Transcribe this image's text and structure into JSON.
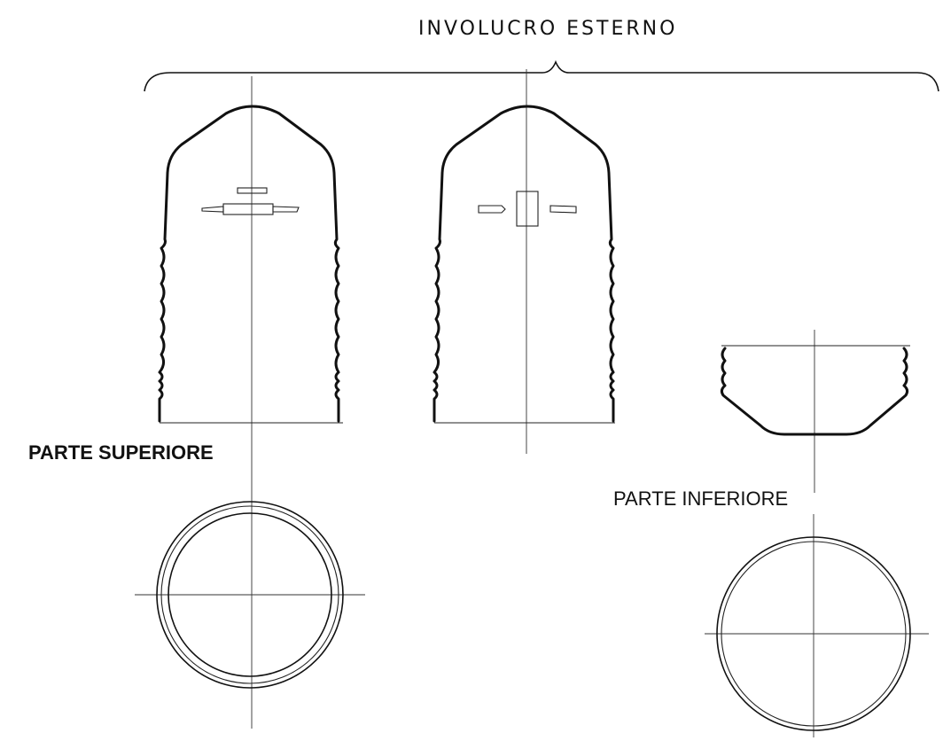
{
  "title": "INVOLUCRO ESTERNO",
  "labels": {
    "upper_part": "PARTE SUPERIORE",
    "lower_part": "PARTE INFERIORE"
  }
}
